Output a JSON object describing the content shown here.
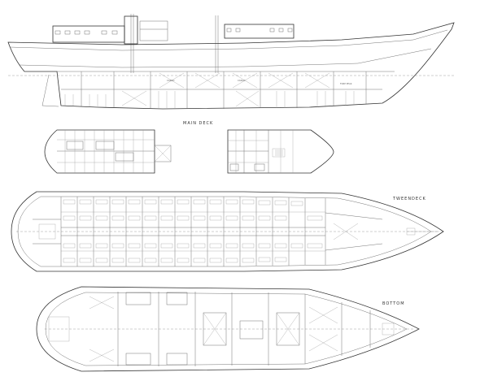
{
  "views": {
    "main_deck_label": "MAIN DECK",
    "tweendeck_label": "TWEENDECK",
    "bottom_label": "BOTTOM"
  },
  "colors": {
    "line": "#333333",
    "background": "#ffffff"
  }
}
